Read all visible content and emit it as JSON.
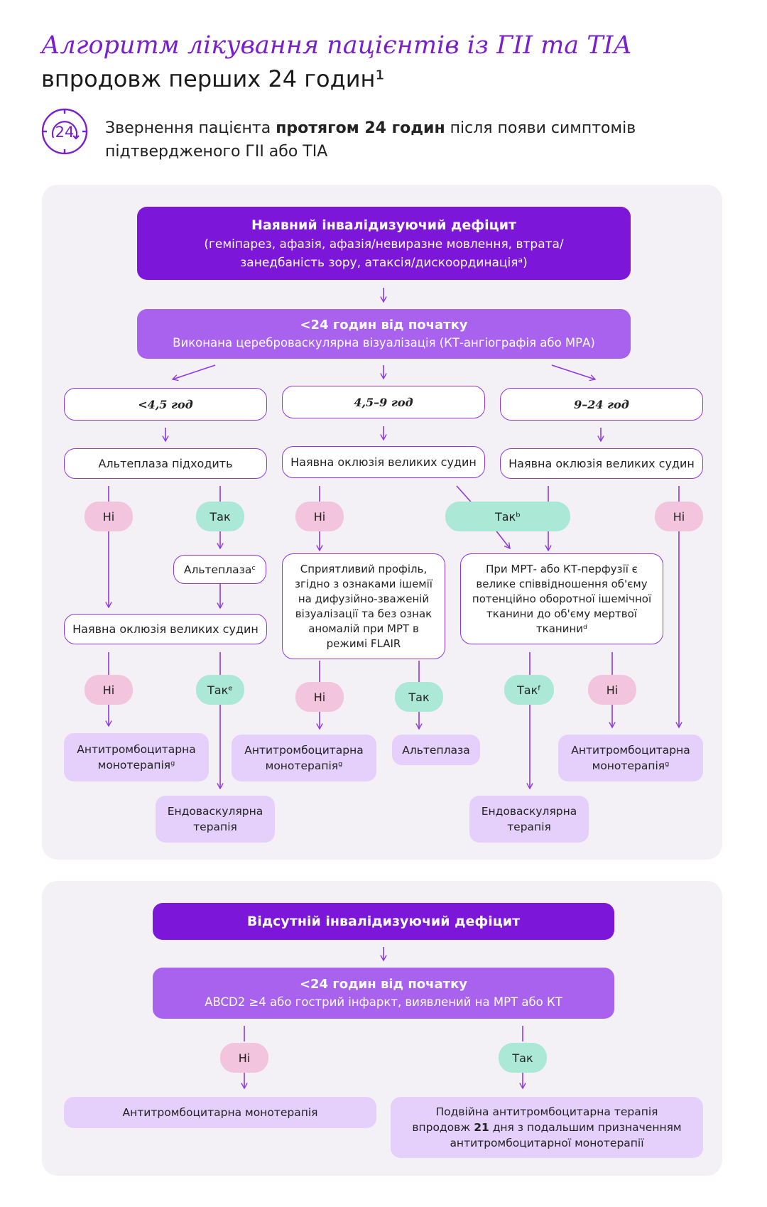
{
  "header": {
    "title_italic": "Алгоритм лікування пацієнтів із ГІІ та ТІА",
    "title_regular": "впродовж перших 24 годин¹"
  },
  "intro": {
    "icon_number": "24",
    "text_before": "Звернення пацієнта ",
    "text_bold": "протягом 24 годин",
    "text_after": " після появи симптомів підтвердженого ГІІ або ТІА"
  },
  "panel1": {
    "top_box": {
      "title": "Наявний інвалідизуючий дефіцит",
      "line1": "(геміпарез, афазія, афазія/невиразне мовлення, втрата/",
      "line2": "занедбаність зору, атаксія/дискоординаціяᵃ)"
    },
    "second_box": {
      "title": "<24 годин від початку",
      "subtitle": "Виконана цереброваскулярна візуалізація (КТ-ангіографія або МРА)"
    },
    "windows": [
      "<4,5 год",
      "4,5–9 год",
      "9–24 год"
    ],
    "col1": {
      "q1": "Альтеплаза підходить",
      "no1": "Ні",
      "yes1": "Так",
      "alteplase": "Альтеплазаᶜ",
      "q2": "Наявна оклюзія великих судин",
      "no2": "Ні",
      "yes2": "Такᵉ",
      "res_anti": "Антитромбоцитарна монотерапіяᵍ",
      "res_endo": "Ендоваскулярна терапія"
    },
    "col2": {
      "q1": "Наявна оклюзія великих судин",
      "no1": "Ні",
      "yes1": "Такᵇ",
      "profile": "Сприятливий профіль, згідно з ознаками ішемії на дифузійно-зваженій візуалізації та без ознак аномалій при МРТ в режимі FLAIR",
      "no2": "Ні",
      "yes2": "Так",
      "res_anti": "Антитромбоцитарна монотерапіяᵍ",
      "res_alteplase": "Альтеплаза"
    },
    "col3": {
      "q1": "Наявна оклюзія великих судин",
      "no1": "Ні",
      "perfusion": "При МРТ- або КТ-перфузії є велике співвідношення об'єму потенційно оборотної ішемічної тканини до об'єму мертвої тканиниᵈ",
      "yes2": "Такᶠ",
      "no2": "Ні",
      "res_endo": "Ендоваскулярна терапія",
      "res_anti": "Антитромбоцитарна монотерапіяᵍ"
    }
  },
  "panel2": {
    "top_box": "Відсутній інвалідизуючий дефіцит",
    "second_box": {
      "title": "<24 годин від початку",
      "subtitle": "ABCD2 ≥4 або гострий інфаркт, виявлений на МРТ або КТ"
    },
    "no": "Ні",
    "yes": "Так",
    "res_no": "Антитромбоцитарна монотерапія",
    "res_yes_line1": "Подвійна антитромбоцитарна терапія",
    "res_yes_line2_before": "впродовж ",
    "res_yes_line2_bold": "21",
    "res_yes_line2_after": " дня з подальшим призначенням",
    "res_yes_line3": "антитромбоцитарної монотерапії"
  },
  "colors": {
    "dark_purple": "#7c16d9",
    "mid_purple": "#a862ee",
    "light_purple": "#e4d0fa",
    "pink": "#f2c4dd",
    "mint": "#abe8d6",
    "panel": "#f3f1f5"
  }
}
